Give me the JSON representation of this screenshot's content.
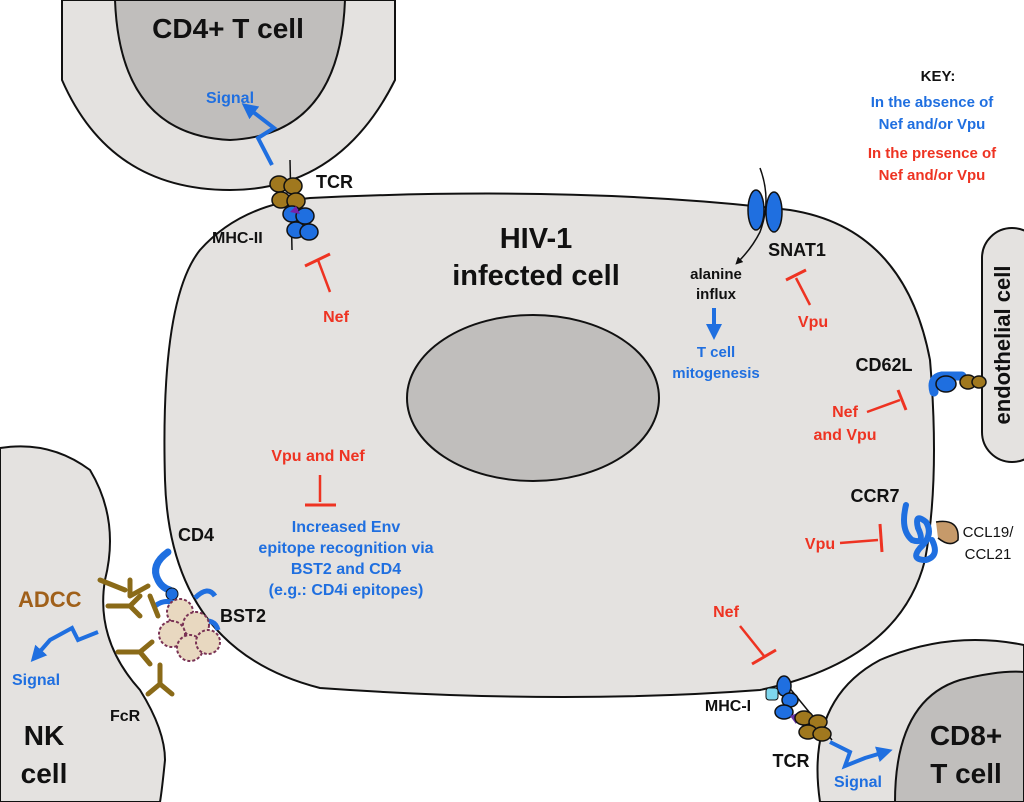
{
  "colors": {
    "blue": "#1f6fe0",
    "red": "#ee3322",
    "brown": "#a0601a",
    "cell": "#e4e2e0",
    "nucleus": "#c0bebc"
  },
  "cells": {
    "cd4_t_cell": "CD4+ T cell",
    "infected_line1": "HIV-1",
    "infected_line2": "infected cell",
    "endothelial": "endothelial cell",
    "nk_line1": "NK",
    "nk_line2": "cell",
    "cd8_line1": "CD8+",
    "cd8_line2": "T cell"
  },
  "key": {
    "title": "KEY:",
    "absence_line1": "In the absence of",
    "absence_line2": "Nef and/or Vpu",
    "presence_line1": "In the presence of",
    "presence_line2": "Nef and/or Vpu"
  },
  "labels": {
    "signal_cd4": "Signal",
    "tcr_top": "TCR",
    "mhc_ii": "MHC-II",
    "nef_mhcii": "Nef",
    "snat1": "SNAT1",
    "alanine": "alanine",
    "influx": "influx",
    "tcell": "T cell",
    "mitogenesis": "mitogenesis",
    "vpu_snat1": "Vpu",
    "cd62l": "CD62L",
    "nef_cd62l_1": "Nef",
    "nef_cd62l_2": "and Vpu",
    "ccr7": "CCR7",
    "vpu_ccr7": "Vpu",
    "ccl19": "CCL19/",
    "ccl21": "CCL21",
    "vpu_and_nef": "Vpu and Nef",
    "env_line1": "Increased Env",
    "env_line2": "epitope recognition via",
    "env_line3": "BST2 and CD4",
    "env_line4": "(e.g.: CD4i epitopes)",
    "cd4": "CD4",
    "bst2": "BST2",
    "adcc": "ADCC",
    "signal_nk": "Signal",
    "fcr": "FcR",
    "nef_mhci": "Nef",
    "mhc_i": "MHC-I",
    "tcr_bottom": "TCR",
    "signal_cd8": "Signal"
  }
}
